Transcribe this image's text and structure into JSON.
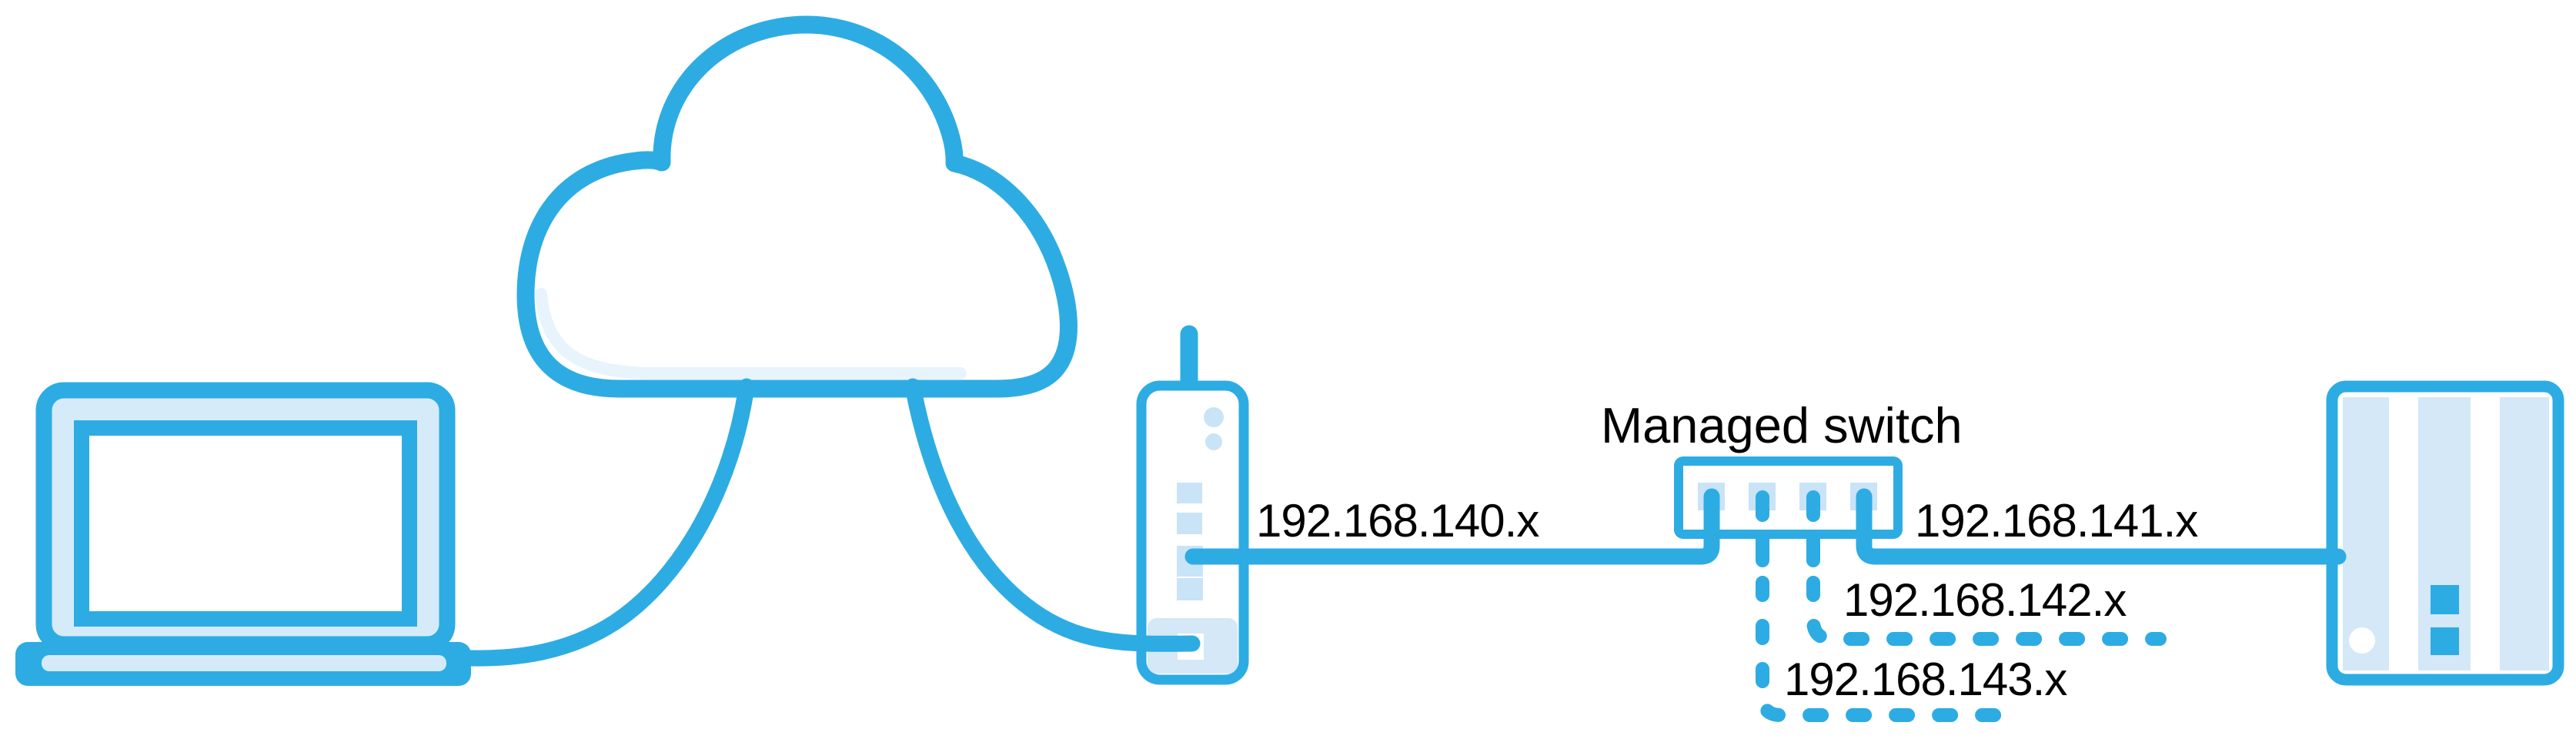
{
  "colors": {
    "accent": "#2DACE3",
    "light": "#C9E3F7",
    "panel": "#D4E8F7",
    "trim": "#D6EBFA",
    "shade": "#E7F4FC",
    "text": "#000000",
    "background": "#FFFFFF"
  },
  "labels": {
    "managed_switch": "Managed switch",
    "lan_140": "192.168.140.x",
    "lan_141": "192.168.141.x",
    "lan_142": "192.168.142.x",
    "lan_143": "192.168.143.x"
  },
  "devices": [
    {
      "id": "laptop",
      "type": "client"
    },
    {
      "id": "internet-cloud",
      "type": "internet"
    },
    {
      "id": "router",
      "type": "router"
    },
    {
      "id": "managed-switch",
      "type": "switch",
      "label_key": "managed_switch"
    },
    {
      "id": "server",
      "type": "server"
    }
  ],
  "connections": [
    {
      "from": "laptop",
      "to": "internet-cloud",
      "style": "solid"
    },
    {
      "from": "internet-cloud",
      "to": "router",
      "style": "solid"
    },
    {
      "from": "router",
      "to": "managed-switch",
      "style": "solid",
      "label_key": "lan_140"
    },
    {
      "from": "managed-switch",
      "to": "server",
      "style": "solid",
      "label_key": "lan_141"
    },
    {
      "from": "managed-switch",
      "to": "",
      "style": "dashed",
      "label_key": "lan_142"
    },
    {
      "from": "managed-switch",
      "to": "",
      "style": "dashed",
      "label_key": "lan_143"
    }
  ]
}
